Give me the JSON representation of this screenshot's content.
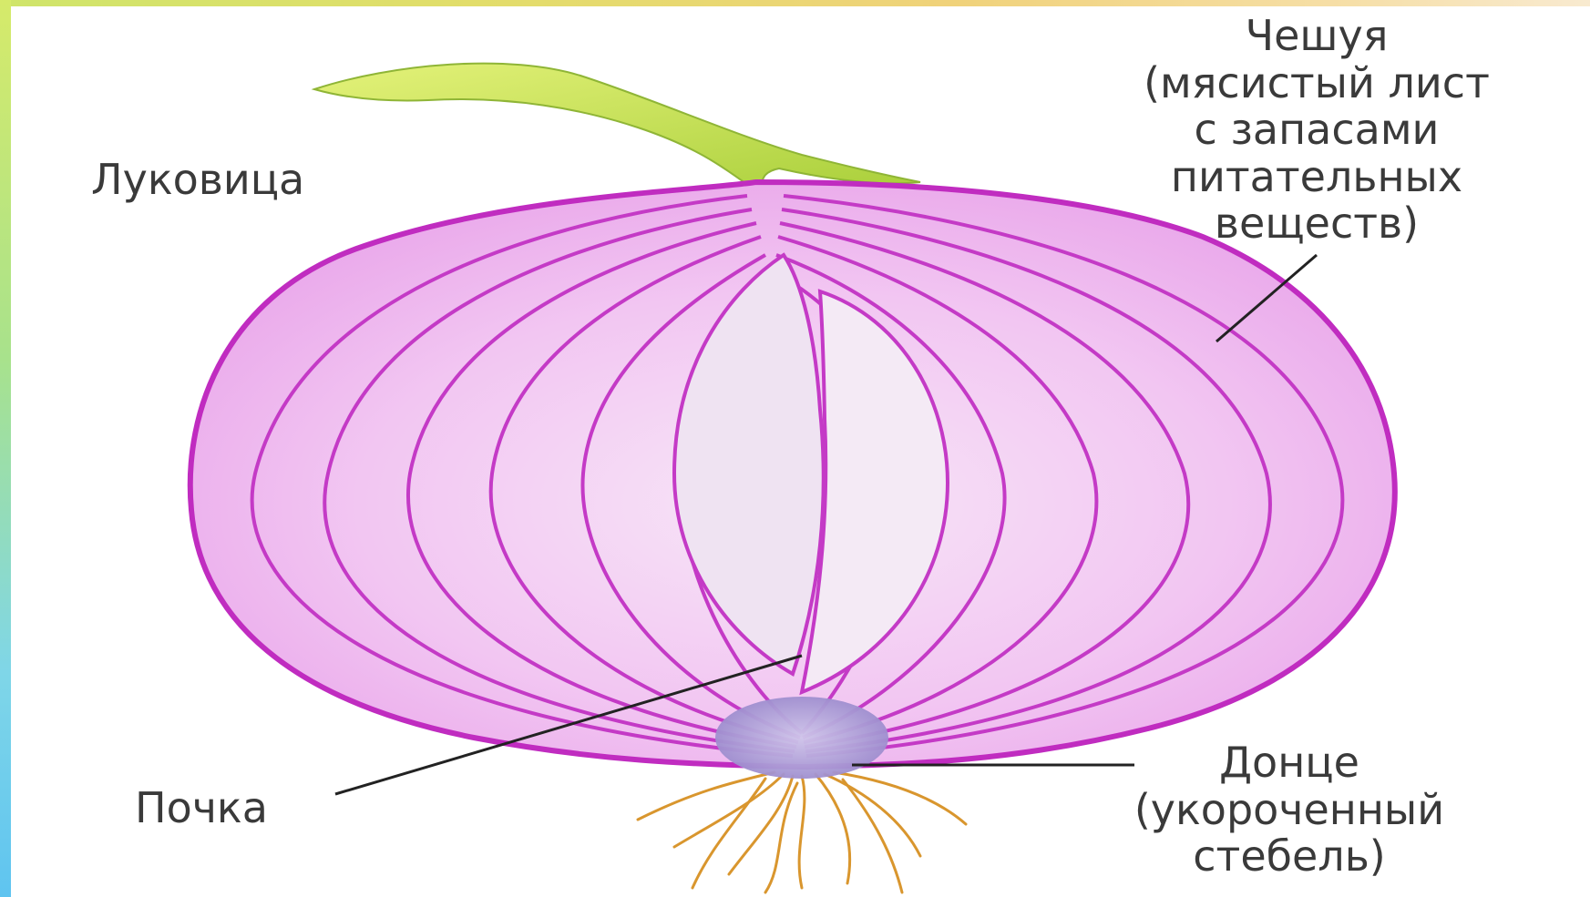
{
  "labels": {
    "bulb": "Луковица",
    "scale": [
      "Чешуя",
      "(мясистый лист",
      "с запасами",
      "питательных",
      "веществ)"
    ],
    "bud": "Почка",
    "basal_plate": [
      "Донце",
      "(укороченный",
      "стебель)"
    ]
  },
  "colors": {
    "onion_outline": "#c02cc0",
    "onion_fill": "#f2c8f2",
    "leaf": "#d4ec5a",
    "roots": "#d9962e",
    "basal_plate": "#b8a8d8",
    "leader_lines": "#222222",
    "text": "#3a3a3a"
  }
}
